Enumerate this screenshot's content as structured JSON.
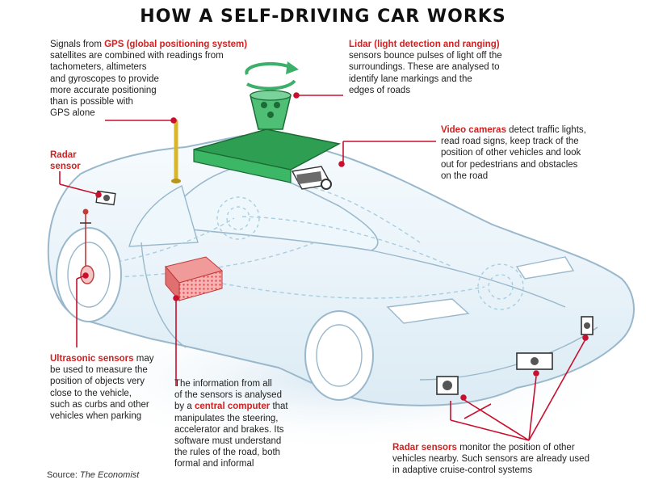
{
  "title": "HOW A SELF-DRIVING CAR WORKS",
  "colors": {
    "highlight": "#d42020",
    "accent_green": "#2e9e52",
    "car_fill": "#eaf4fa",
    "car_line": "#9ab8cc"
  },
  "gps": {
    "label": "GPS (global positioning system)",
    "pre": "Signals from ",
    "lines": [
      "satellites are combined with readings from",
      "tachometers, altimeters",
      "and gyroscopes to provide",
      "more accurate positioning",
      "than is possible with",
      "GPS alone"
    ]
  },
  "lidar": {
    "label": "Lidar (light detection and ranging)",
    "lines": [
      "sensors bounce pulses of light off  the",
      "surroundings. These are analysed to",
      "identify lane markings and the",
      "edges of roads"
    ]
  },
  "video": {
    "label": "Video cameras",
    "rest": " detect traffic lights,",
    "lines": [
      "read road signs, keep track of the",
      "position of other vehicles and look",
      "out for pedestrians and obstacles",
      "on the road"
    ]
  },
  "radar_side": {
    "line1": "Radar",
    "line2": "sensor"
  },
  "ultrasonic": {
    "label": "Ultrasonic sensors",
    "rest": " may",
    "lines": [
      "be used to measure the",
      "position of objects very",
      "close to the vehicle,",
      "such as curbs and other",
      "vehicles when parking"
    ]
  },
  "computer": {
    "lines_pre": [
      "The information from all",
      "of the sensors is analysed"
    ],
    "by": "by a ",
    "label": "central computer",
    "rest": " that",
    "lines_post": [
      "manipulates the steering,",
      "accelerator and brakes. Its",
      "software must understand",
      "the rules of the road, both",
      "formal and informal"
    ]
  },
  "radar_front": {
    "label": "Radar sensors",
    "rest": " monitor the position of other",
    "lines": [
      "vehicles nearby. Such sensors are already used",
      "in adaptive cruise-control systems"
    ]
  },
  "source": {
    "prefix": "Source: ",
    "name": "The Economist"
  }
}
